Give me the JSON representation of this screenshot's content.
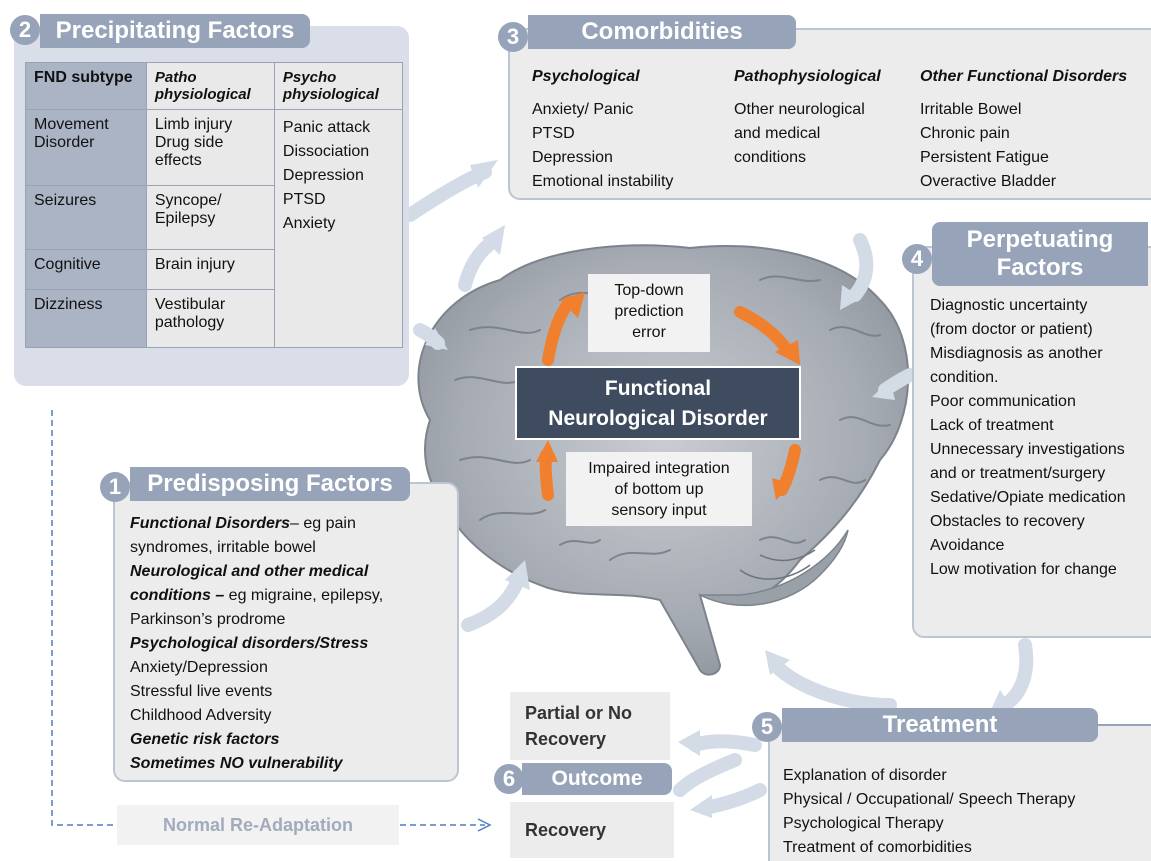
{
  "precipitating": {
    "number": "2",
    "title": "Precipitating Factors",
    "table": {
      "headers": [
        "FND subtype",
        "Patho physiological",
        "Psycho physiological"
      ],
      "rows": [
        {
          "subtype": "Movement Disorder",
          "patho": "Limb injury\nDrug side effects"
        },
        {
          "subtype": "Seizures",
          "patho": "Syncope/\nEpilepsy"
        },
        {
          "subtype": "Cognitive",
          "patho": "Brain injury"
        },
        {
          "subtype": "Dizziness",
          "patho": "Vestibular pathology"
        }
      ],
      "psycho_items": [
        "Panic attack",
        "Dissociation",
        "Depression",
        "PTSD",
        "Anxiety"
      ]
    }
  },
  "comorbidities": {
    "number": "3",
    "title": "Comorbidities",
    "columns": [
      {
        "heading": "Psychological",
        "items": [
          "Anxiety/ Panic",
          "PTSD",
          "Depression",
          "Emotional instability"
        ]
      },
      {
        "heading": "Pathophysiological",
        "items": [
          "Other neurological",
          "and medical",
          "conditions"
        ]
      },
      {
        "heading": "Other Functional Disorders",
        "items": [
          "Irritable Bowel",
          "Chronic pain",
          "Persistent Fatigue",
          "Overactive Bladder"
        ]
      }
    ]
  },
  "perpetuating": {
    "number": "4",
    "title_line1": "Perpetuating",
    "title_line2": "Factors",
    "items": [
      "Diagnostic uncertainty",
      "(from doctor or patient)",
      "Misdiagnosis as another",
      "condition.",
      "Poor communication",
      "Lack of treatment",
      "Unnecessary investigations",
      "and or treatment/surgery",
      "Sedative/Opiate medication",
      "Obstacles to recovery",
      "Avoidance",
      "Low motivation for change"
    ]
  },
  "predisposing": {
    "number": "1",
    "title": "Predisposing Factors",
    "lines": {
      "l1a": "Functional Disorders",
      "l1b": "– eg pain",
      "l2": "syndromes, irritable bowel",
      "l3": "Neurological and other medical",
      "l4a": "conditions –",
      "l4b": " eg migraine, epilepsy,",
      "l5": "Parkinson’s prodrome",
      "l6": "Psychological disorders/Stress",
      "l7": "Anxiety/Depression",
      "l8": "Stressful live events",
      "l9": "Childhood Adversity",
      "l10": "Genetic risk factors",
      "l11": "Sometimes NO vulnerability"
    }
  },
  "brain": {
    "center_line1": "Functional",
    "center_line2": "Neurological Disorder",
    "top_box": [
      "Top-down",
      "prediction",
      "error"
    ],
    "bottom_box": [
      "Impaired integration",
      "of bottom up",
      "sensory input"
    ]
  },
  "treatment": {
    "number": "5",
    "title": "Treatment",
    "items": [
      "Explanation of disorder",
      "Physical / Occupational/ Speech Therapy",
      "Psychological Therapy",
      "Treatment of comorbidities"
    ]
  },
  "outcome": {
    "number": "6",
    "title": "Outcome",
    "partial_line1": "Partial or No",
    "partial_line2": "Recovery",
    "recovery": "Recovery",
    "normal_readaptation": "Normal Re-Adaptation"
  },
  "colors": {
    "header": "#97a3b8",
    "panel": "#ececec",
    "center_box": "#3f4b5e",
    "orange_arrow": "#f07f2e",
    "grey_arrow": "#d3dbe6",
    "dashed_line": "#4f7fc4"
  }
}
